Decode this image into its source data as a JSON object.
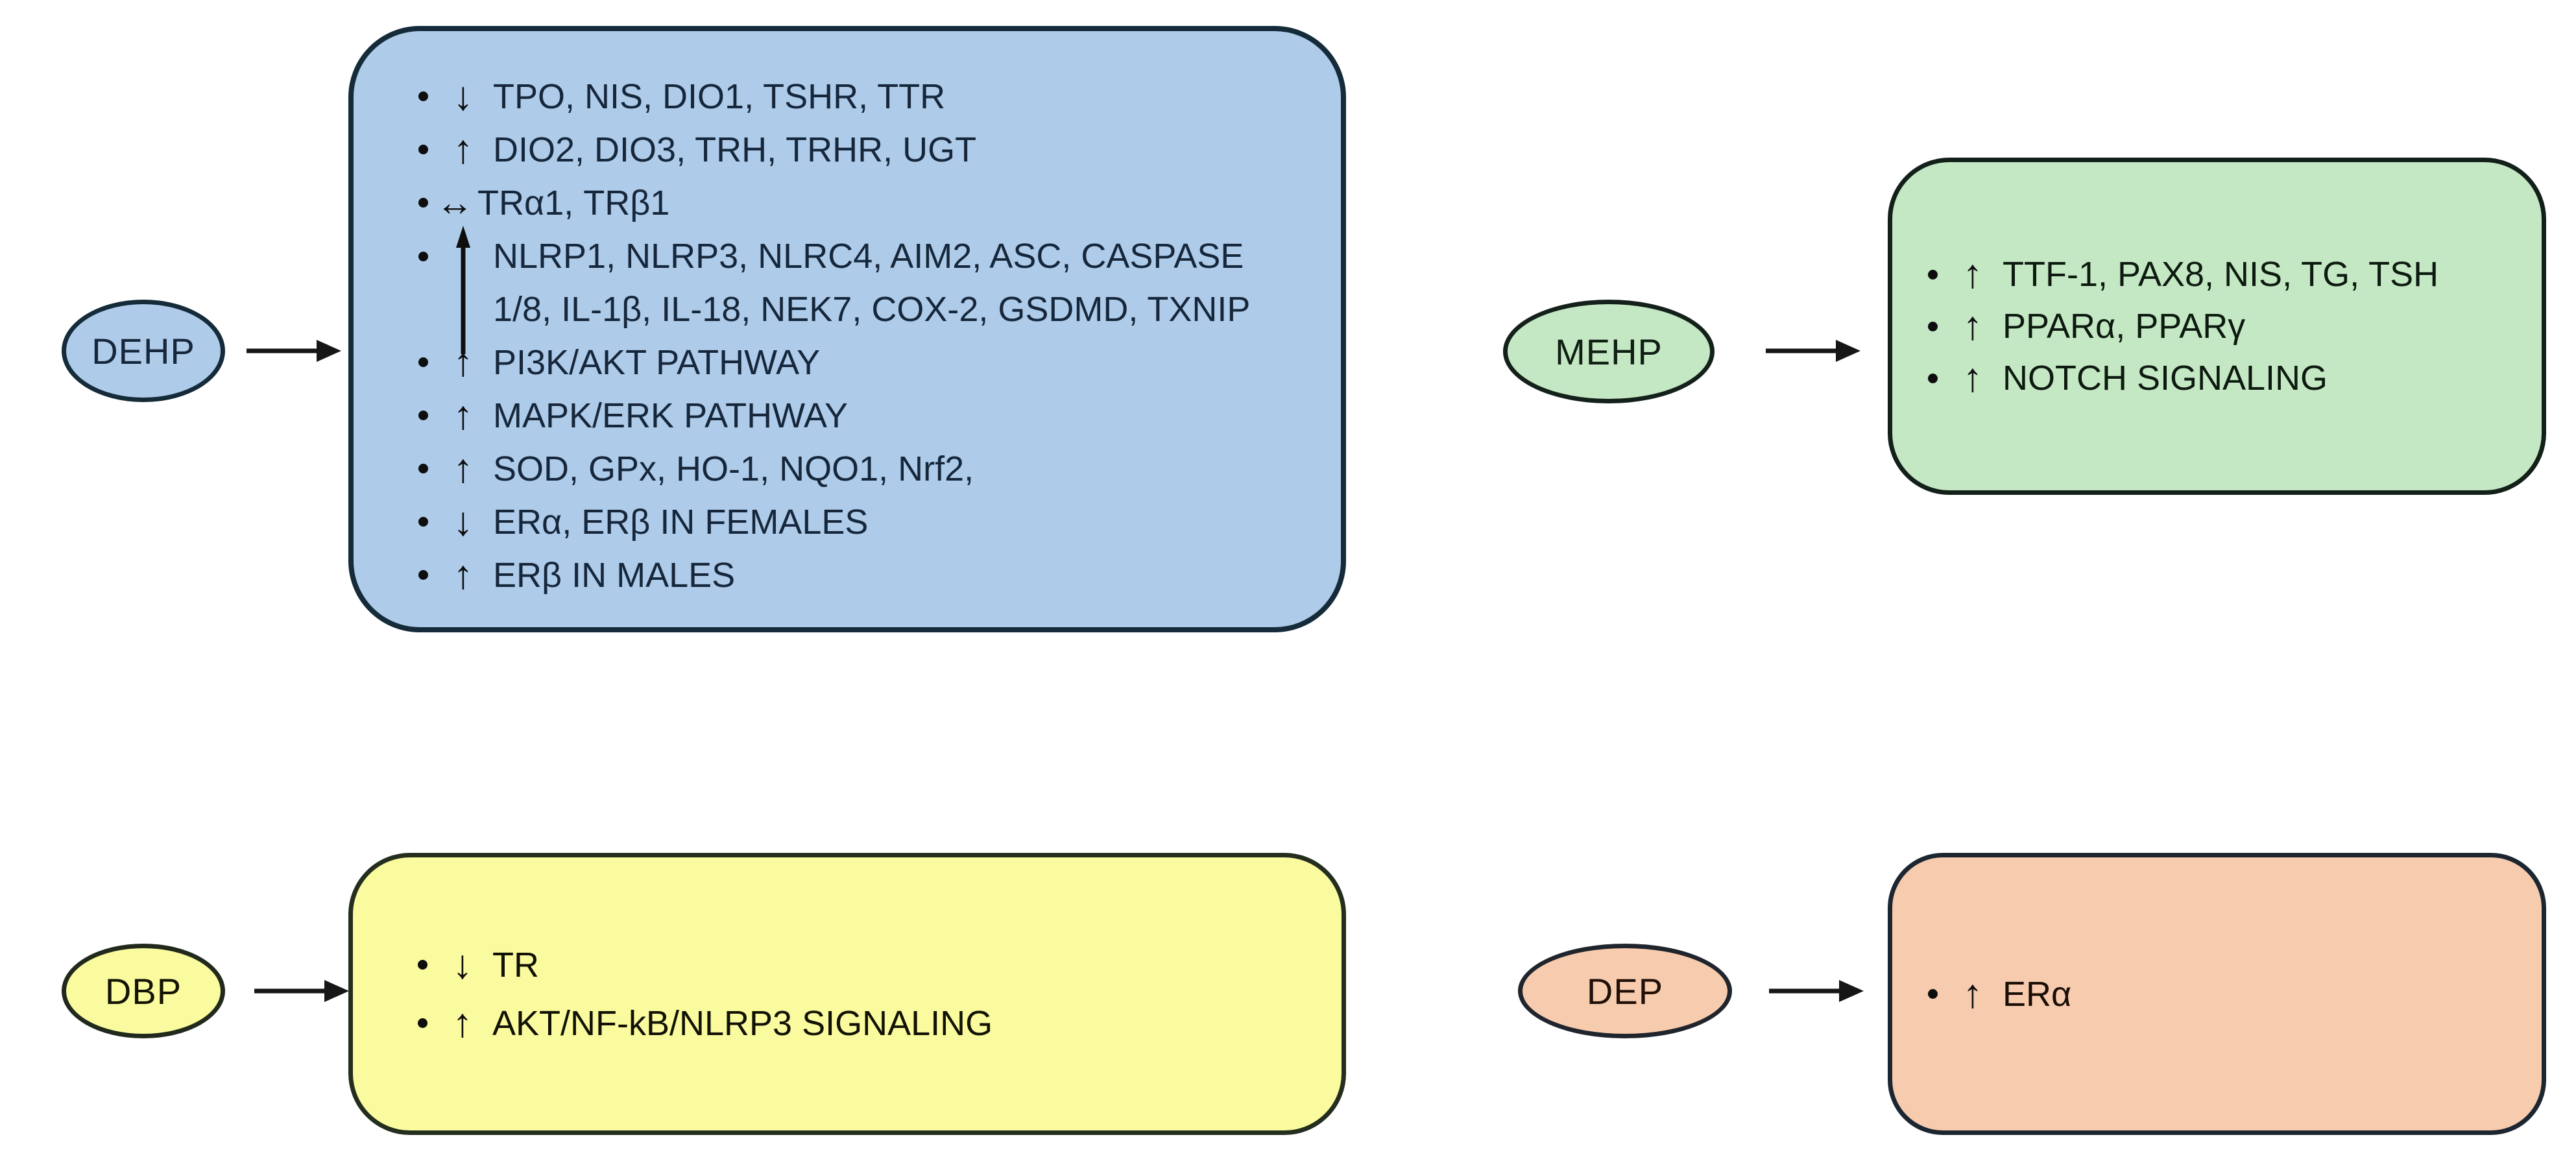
{
  "diagram": {
    "background_color": "#FFFFFF",
    "connector_arrow_color": "#161616",
    "groups": {
      "dehp": {
        "node_label": "DEHP",
        "fill_color": "#AECBE9",
        "stroke_color": "#152B3A",
        "items": [
          {
            "arrow": "↓",
            "text": "TPO, NIS, DIO1, TSHR, TTR"
          },
          {
            "arrow": "↑",
            "text": "DIO2, DIO3, TRH, TRHR, UGT"
          },
          {
            "arrow": "↔",
            "text": "TRα1, TRβ1"
          },
          {
            "arrow": "↑",
            "line1": "NLRP1, NLRP3, NLRC4, AIM2, ASC, CASPASE",
            "line2": "1/8, IL-1β, IL-18, NEK7, COX-2, GSDMD, TXNIP"
          },
          {
            "arrow": "↑",
            "text": "PI3K/AKT PATHWAY"
          },
          {
            "arrow": "↑",
            "text": "MAPK/ERK PATHWAY"
          },
          {
            "arrow": "↑",
            "text": "SOD, GPx, HO-1, NQO1, Nrf2,"
          },
          {
            "arrow": "↓",
            "text": "ERα, ERβ IN FEMALES"
          },
          {
            "arrow": "↑",
            "text": "ERβ IN MALES"
          }
        ]
      },
      "mehp": {
        "node_label": "MEHP",
        "fill_color": "#C5E8C4",
        "stroke_color": "#14211A",
        "items": [
          {
            "arrow": "↑",
            "text": "TTF-1, PAX8, NIS, TG, TSH"
          },
          {
            "arrow": "↑",
            "text": "PPARα, PPARγ"
          },
          {
            "arrow": "↑",
            "text": "NOTCH SIGNALING"
          }
        ]
      },
      "dbp": {
        "node_label": "DBP",
        "fill_color": "#FAFA9E",
        "stroke_color": "#20291C",
        "items": [
          {
            "arrow": "↓",
            "text": "TR"
          },
          {
            "arrow": "↑",
            "text": "AKT/NF-kB/NLRP3 SIGNALING"
          }
        ]
      },
      "dep": {
        "node_label": "DEP",
        "fill_color": "#F7CBAE",
        "stroke_color": "#20242C",
        "items": [
          {
            "arrow": "↑",
            "text": "ERα"
          }
        ]
      }
    }
  }
}
